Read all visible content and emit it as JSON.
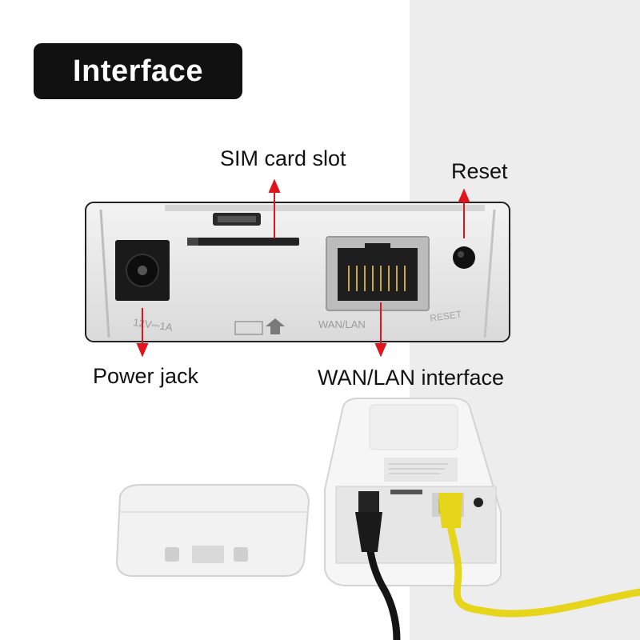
{
  "title": "Interface",
  "labels": {
    "sim_card_slot": "SIM card slot",
    "reset": "Reset",
    "power_jack": "Power jack",
    "wan_lan_interface": "WAN/LAN interface"
  },
  "panel_print": {
    "power_rating": "12V⎓1A",
    "wan_lan": "WAN/LAN",
    "reset": "RESET"
  },
  "colors": {
    "badge": "#111111",
    "arrow": "#e0141b",
    "cable_yellow": "#e7d51c",
    "cable_black": "#111111"
  }
}
